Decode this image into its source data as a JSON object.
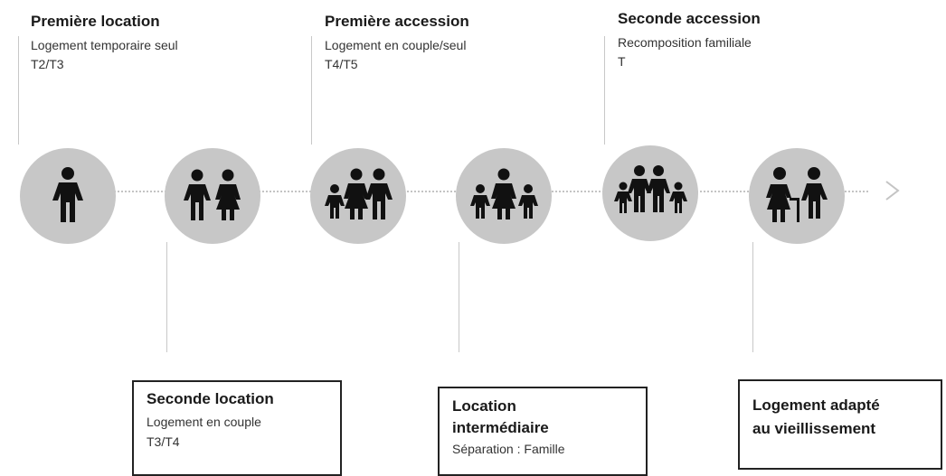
{
  "stages_top": [
    {
      "title": "Première location",
      "lines": [
        "Logement temporaire seul",
        "T2/T3"
      ]
    },
    {
      "title": "Première accession",
      "lines": [
        "Logement en couple/seul",
        "T4/T5"
      ]
    },
    {
      "title": "Seconde accession",
      "lines": [
        "Recomposition familiale",
        "T"
      ]
    }
  ],
  "stages_bottom": [
    {
      "title": "Seconde location",
      "lines": [
        "Logement en couple",
        "T3/T4"
      ]
    },
    {
      "title": "Location intermédiaire",
      "lines": [
        "Séparation : Famille"
      ]
    },
    {
      "title": "Logement adapté au vieillissement",
      "lines": []
    }
  ],
  "icons": [
    "single-person-icon",
    "couple-icon",
    "family-with-child-icon",
    "family-two-children-icon",
    "family-three-children-icon",
    "elderly-couple-icon"
  ],
  "colors": {
    "node_fill": "#c7c7c7",
    "icon": "#111111",
    "line": "#c8c8c8"
  }
}
